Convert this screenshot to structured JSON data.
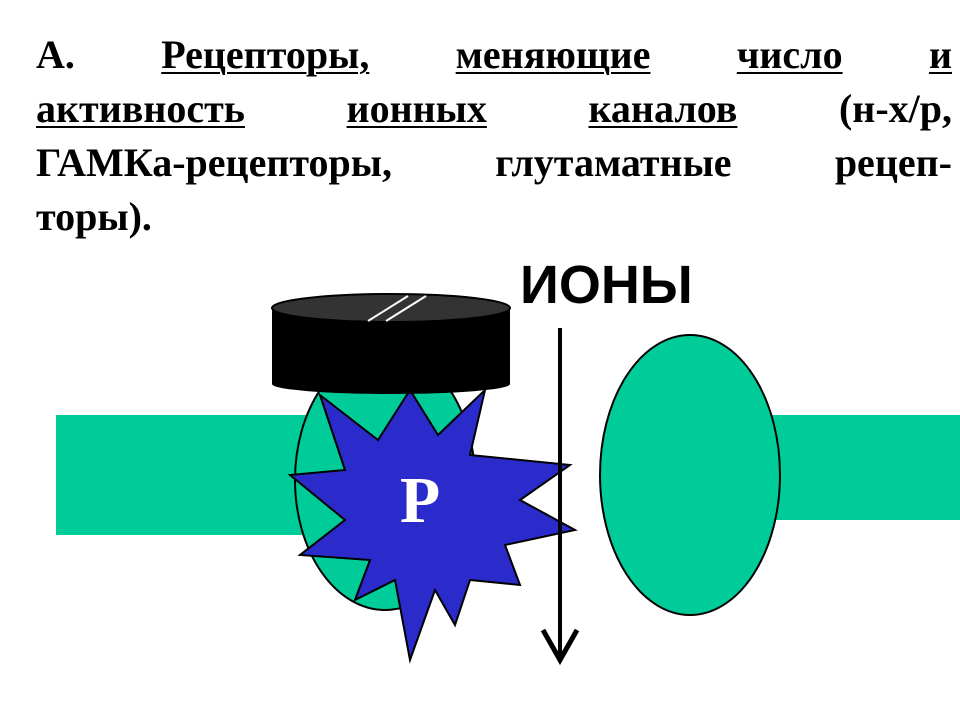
{
  "heading": {
    "prefix": "А.",
    "line1_words": [
      "Рецепторы,",
      "меняющие",
      "число",
      "и"
    ],
    "line2_underlined_words": [
      "активность",
      "ионных",
      "каналов"
    ],
    "line2_tail": "(н-х/р,",
    "line3_words": [
      "ГАМКа-рецепторы,",
      "глутаматные",
      "рецеп-"
    ],
    "line4": "торы)."
  },
  "diagram": {
    "ions_label": "ИОНЫ",
    "receptor_label": "Р"
  },
  "colors": {
    "membrane": "#00cc99",
    "receptor_star": "#2b2bcc",
    "cap": "#000000",
    "arrow": "#000000",
    "text": "#000000"
  }
}
